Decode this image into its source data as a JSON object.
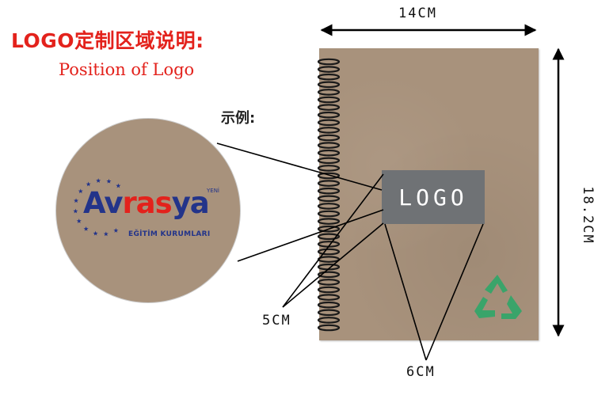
{
  "header": {
    "title_cn": "LOGO定制区域说明:",
    "title_en": "Position of Logo",
    "example_label": "示例:"
  },
  "dimensions": {
    "width": "14CM",
    "height": "18.2CM",
    "logo_height": "5CM",
    "logo_width": "6CM"
  },
  "logo_placeholder": "LOGO",
  "sample_logo": {
    "brand_prefix": "Av",
    "brand_highlight": "ras",
    "brand_suffix": "ya",
    "subtitle": "EĞİTİM KURUMLARI",
    "badge": "YENİ"
  },
  "icons": {
    "spiral": "spiral-binding-icon",
    "recycle": "recycle-icon"
  },
  "colors": {
    "title_red": "#e3221c",
    "kraft": "#a8927c",
    "logo_gray": "#6f7275",
    "brand_blue": "#23348a",
    "recycle_green": "#3aa46a"
  }
}
